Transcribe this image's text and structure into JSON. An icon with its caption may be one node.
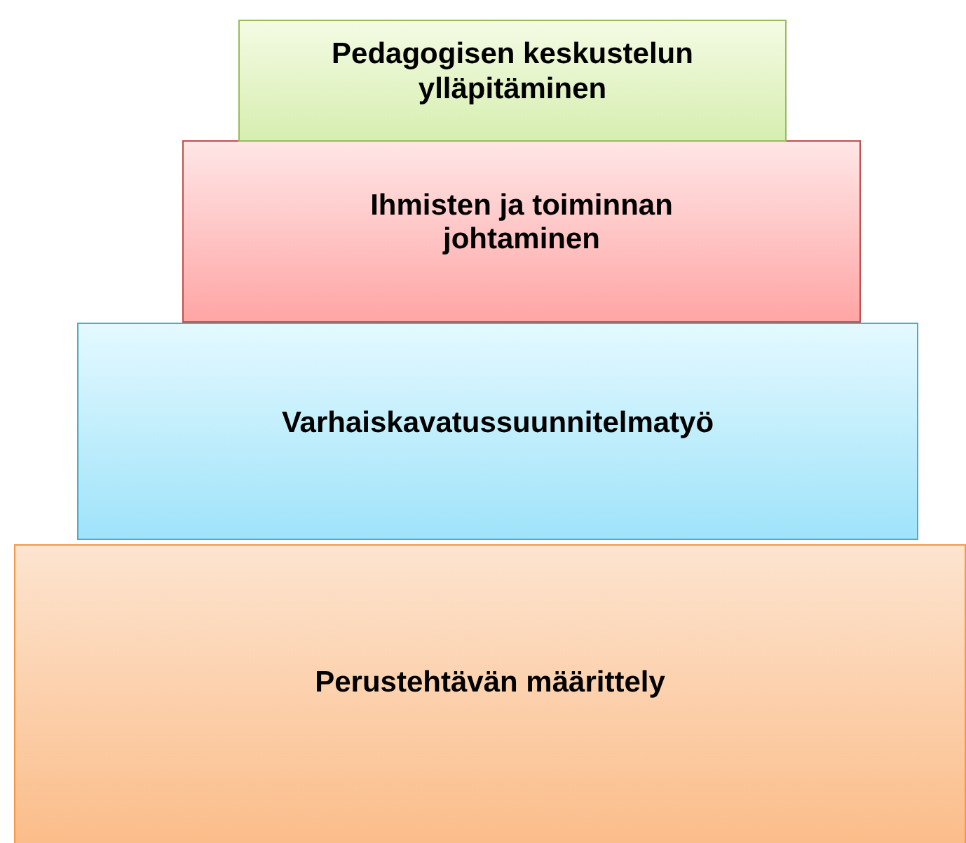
{
  "diagram": {
    "nodes": [
      {
        "text": [
          "Pedagogisen keskustelun ylläpitäminen"
        ]
      },
      {
        "text": [
          "Ihmisten ja toiminnan johtaminen"
        ]
      },
      {
        "text": [
          "Varhaiskavatussuunnitelmatyö"
        ]
      },
      {
        "text": [
          "Perustehtävän määrittely"
        ]
      }
    ]
  }
}
